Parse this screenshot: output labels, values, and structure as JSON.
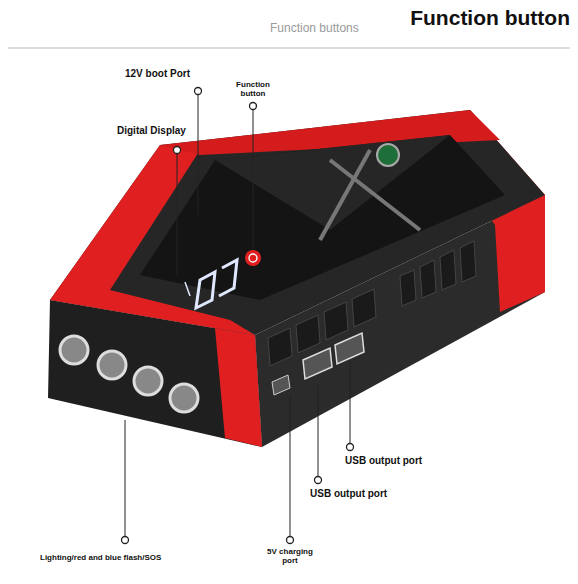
{
  "diagram": {
    "title": "Function button",
    "labels": [
      "Function buttons",
      "12V boot Port",
      "Function button",
      "Digital Display",
      "USB output port",
      "USB output port",
      "Lighting/red and blue flash/SOS",
      "5V charging port"
    ]
  }
}
